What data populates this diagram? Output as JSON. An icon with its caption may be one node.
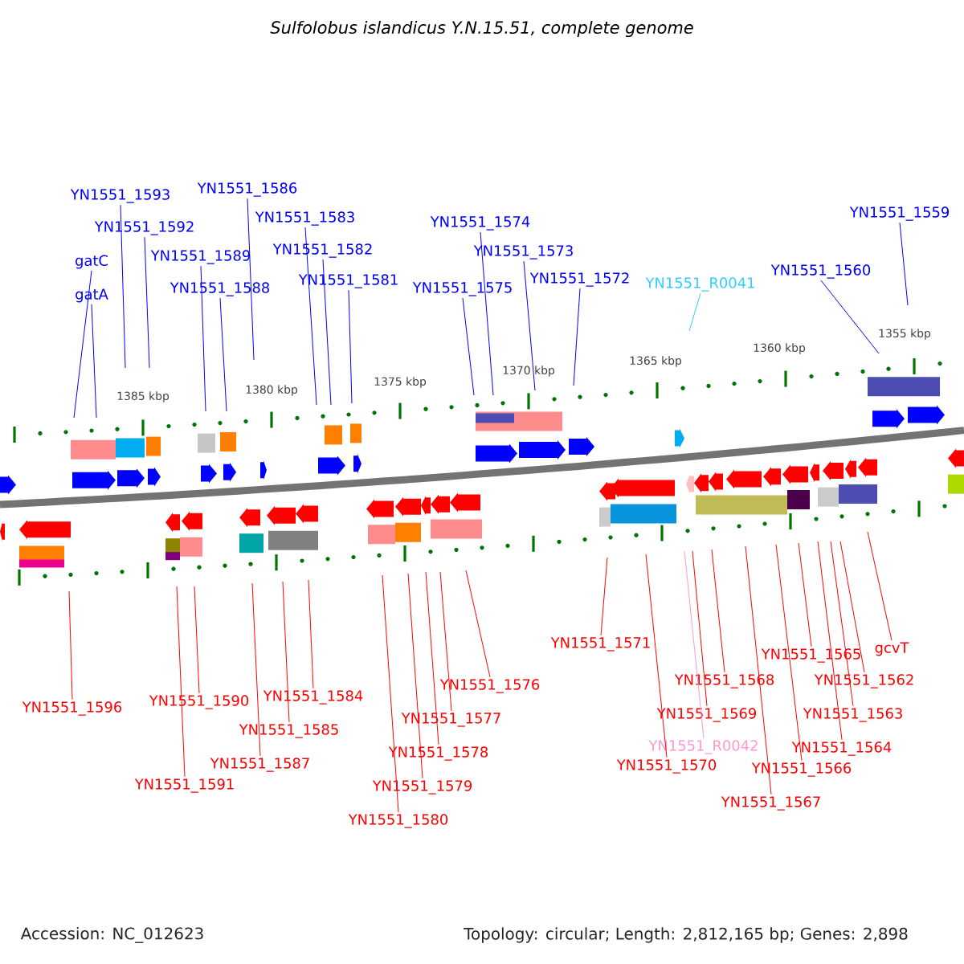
{
  "diagram": {
    "title": "Sulfolobus islandicus Y.N.15.51, complete genome",
    "nodes": [
      {
        "text": [
          "gatC"
        ]
      },
      {
        "text": [
          "gatA"
        ]
      },
      {
        "text": [
          "YN1551_1593"
        ]
      },
      {
        "text": [
          "YN1551_1592"
        ]
      },
      {
        "text": [
          "YN1551_1589"
        ]
      },
      {
        "text": [
          "YN1551_1588"
        ]
      },
      {
        "text": [
          "YN1551_1586"
        ]
      },
      {
        "text": [
          "YN1551_1583"
        ]
      },
      {
        "text": [
          "YN1551_1582"
        ]
      },
      {
        "text": [
          "YN1551_1581"
        ]
      },
      {
        "text": [
          "YN1551_1575"
        ]
      },
      {
        "text": [
          "YN1551_1574"
        ]
      },
      {
        "text": [
          "YN1551_1573"
        ]
      },
      {
        "text": [
          "YN1551_1572"
        ]
      },
      {
        "text": [
          "YN1551_R0041"
        ]
      },
      {
        "text": [
          "YN1551_1560"
        ]
      },
      {
        "text": [
          "YN1551_1559"
        ]
      },
      {
        "text": [
          "YN1551_1596"
        ]
      },
      {
        "text": [
          "YN1551_1591"
        ]
      },
      {
        "text": [
          "YN1551_1590"
        ]
      },
      {
        "text": [
          "YN1551_1587"
        ]
      },
      {
        "text": [
          "YN1551_1585"
        ]
      },
      {
        "text": [
          "YN1551_1584"
        ]
      },
      {
        "text": [
          "YN1551_1580"
        ]
      },
      {
        "text": [
          "YN1551_1579"
        ]
      },
      {
        "text": [
          "YN1551_1578"
        ]
      },
      {
        "text": [
          "YN1551_1577"
        ]
      },
      {
        "text": [
          "YN1551_1576"
        ]
      },
      {
        "text": [
          "YN1551_1571"
        ]
      },
      {
        "text": [
          "YN1551_1570"
        ]
      },
      {
        "text": [
          "YN1551_R0042"
        ]
      },
      {
        "text": [
          "YN1551_1569"
        ]
      },
      {
        "text": [
          "YN1551_1568"
        ]
      },
      {
        "text": [
          "YN1551_1567"
        ]
      },
      {
        "text": [
          "YN1551_1566"
        ]
      },
      {
        "text": [
          "YN1551_1565"
        ]
      },
      {
        "text": [
          "YN1551_1564"
        ]
      },
      {
        "text": [
          "YN1551_1563"
        ]
      },
      {
        "text": [
          "YN1551_1562"
        ]
      },
      {
        "text": [
          "gcvT"
        ]
      }
    ],
    "edges": [
      {
        "from": 0,
        "to": null,
        "arrow": "none",
        "color": "#0000ff"
      },
      {
        "from": 1,
        "to": null,
        "arrow": "none",
        "color": "#0000ff"
      },
      {
        "from": 2,
        "to": null,
        "arrow": "none",
        "color": "#0000ff"
      },
      {
        "from": 3,
        "to": null,
        "arrow": "none",
        "color": "#0000ff"
      },
      {
        "from": 4,
        "to": null,
        "arrow": "none",
        "color": "#0000ff"
      },
      {
        "from": 5,
        "to": null,
        "arrow": "none",
        "color": "#0000ff"
      },
      {
        "from": 6,
        "to": null,
        "arrow": "none",
        "color": "#0000ff"
      },
      {
        "from": 7,
        "to": null,
        "arrow": "none",
        "color": "#0000ff"
      },
      {
        "from": 8,
        "to": null,
        "arrow": "none",
        "color": "#0000ff"
      },
      {
        "from": 9,
        "to": null,
        "arrow": "none",
        "color": "#0000ff"
      },
      {
        "from": 10,
        "to": null,
        "arrow": "none",
        "color": "#0000ff"
      },
      {
        "from": 11,
        "to": null,
        "arrow": "none",
        "color": "#0000ff"
      },
      {
        "from": 12,
        "to": null,
        "arrow": "none",
        "color": "#0000ff"
      },
      {
        "from": 13,
        "to": null,
        "arrow": "none",
        "color": "#0000ff"
      },
      {
        "from": 14,
        "to": null,
        "arrow": "none",
        "color": "#33ccff"
      },
      {
        "from": 15,
        "to": null,
        "arrow": "none",
        "color": "#0000ff"
      },
      {
        "from": 16,
        "to": null,
        "arrow": "none",
        "color": "#0000ff"
      },
      {
        "from": 17,
        "to": null,
        "arrow": "none",
        "color": "#ff0000"
      },
      {
        "from": 18,
        "to": null,
        "arrow": "none",
        "color": "#ff0000"
      },
      {
        "from": 19,
        "to": null,
        "arrow": "none",
        "color": "#ff0000"
      },
      {
        "from": 20,
        "to": null,
        "arrow": "none",
        "color": "#ff0000"
      },
      {
        "from": 21,
        "to": null,
        "arrow": "none",
        "color": "#ff0000"
      },
      {
        "from": 22,
        "to": null,
        "arrow": "none",
        "color": "#ff0000"
      },
      {
        "from": 23,
        "to": null,
        "arrow": "none",
        "color": "#ff0000"
      },
      {
        "from": 24,
        "to": null,
        "arrow": "none",
        "color": "#ff0000"
      },
      {
        "from": 25,
        "to": null,
        "arrow": "none",
        "color": "#ff0000"
      },
      {
        "from": 26,
        "to": null,
        "arrow": "none",
        "color": "#ff0000"
      },
      {
        "from": 27,
        "to": null,
        "arrow": "none",
        "color": "#ff0000"
      },
      {
        "from": 28,
        "to": null,
        "arrow": "none",
        "color": "#ff0000"
      },
      {
        "from": 29,
        "to": null,
        "arrow": "none",
        "color": "#ff0000"
      },
      {
        "from": 30,
        "to": null,
        "arrow": "none",
        "color": "#ff99cc"
      },
      {
        "from": 31,
        "to": null,
        "arrow": "none",
        "color": "#ff0000"
      },
      {
        "from": 32,
        "to": null,
        "arrow": "none",
        "color": "#ff0000"
      },
      {
        "from": 33,
        "to": null,
        "arrow": "none",
        "color": "#ff0000"
      },
      {
        "from": 34,
        "to": null,
        "arrow": "none",
        "color": "#ff0000"
      },
      {
        "from": 35,
        "to": null,
        "arrow": "none",
        "color": "#ff0000"
      },
      {
        "from": 36,
        "to": null,
        "arrow": "none",
        "color": "#ff0000"
      },
      {
        "from": 37,
        "to": null,
        "arrow": "none",
        "color": "#ff0000"
      },
      {
        "from": 38,
        "to": null,
        "arrow": "none",
        "color": "#ff0000"
      },
      {
        "from": 39,
        "to": null,
        "arrow": "none",
        "color": "#ff0000"
      }
    ],
    "labels": [
      "1385 kbp",
      "1380 kbp",
      "1375 kbp",
      "1370 kbp",
      "1365 kbp",
      "1360 kbp",
      "1355 kbp",
      "Accession: NC_012623",
      "Topology: circular; Length: 2,812,165 bp; Genes: 2,898"
    ]
  }
}
